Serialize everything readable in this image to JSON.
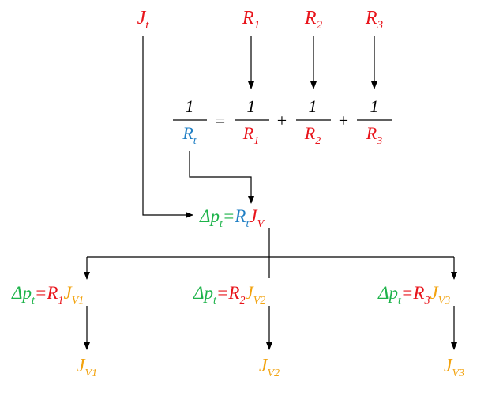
{
  "colors": {
    "red": "#e8141b",
    "blue": "#1f7fc4",
    "green": "#1db34a",
    "orange": "#f2a30f",
    "black": "#000000"
  },
  "top": {
    "jt": {
      "base": "J",
      "sub": "t"
    },
    "r1": {
      "base": "R",
      "sub": "1"
    },
    "r2": {
      "base": "R",
      "sub": "2"
    },
    "r3": {
      "base": "R",
      "sub": "3"
    }
  },
  "equation": {
    "one": "1",
    "equals": "=",
    "plus": "+",
    "rt": {
      "base": "R",
      "sub": "t"
    },
    "r1": {
      "base": "R",
      "sub": "1"
    },
    "r2": {
      "base": "R",
      "sub": "2"
    },
    "r3": {
      "base": "R",
      "sub": "3"
    }
  },
  "middle": {
    "dp": "Δp",
    "dp_sub": "t",
    "eq": "=",
    "r": "R",
    "r_sub": "t",
    "j": "J",
    "j_sub": "V"
  },
  "branches": [
    {
      "dp": "Δp",
      "dp_sub": "t",
      "eq": "=",
      "r": "R",
      "r_sub": "1",
      "j": "J",
      "j_sub": "V1"
    },
    {
      "dp": "Δp",
      "dp_sub": "t",
      "eq": "=",
      "r": "R",
      "r_sub": "2",
      "j": "J",
      "j_sub": "V2"
    },
    {
      "dp": "Δp",
      "dp_sub": "t",
      "eq": "=",
      "r": "R",
      "r_sub": "3",
      "j": "J",
      "j_sub": "V3"
    }
  ],
  "outputs": [
    {
      "base": "J",
      "sub": "V1"
    },
    {
      "base": "J",
      "sub": "V2"
    },
    {
      "base": "J",
      "sub": "V3"
    }
  ]
}
